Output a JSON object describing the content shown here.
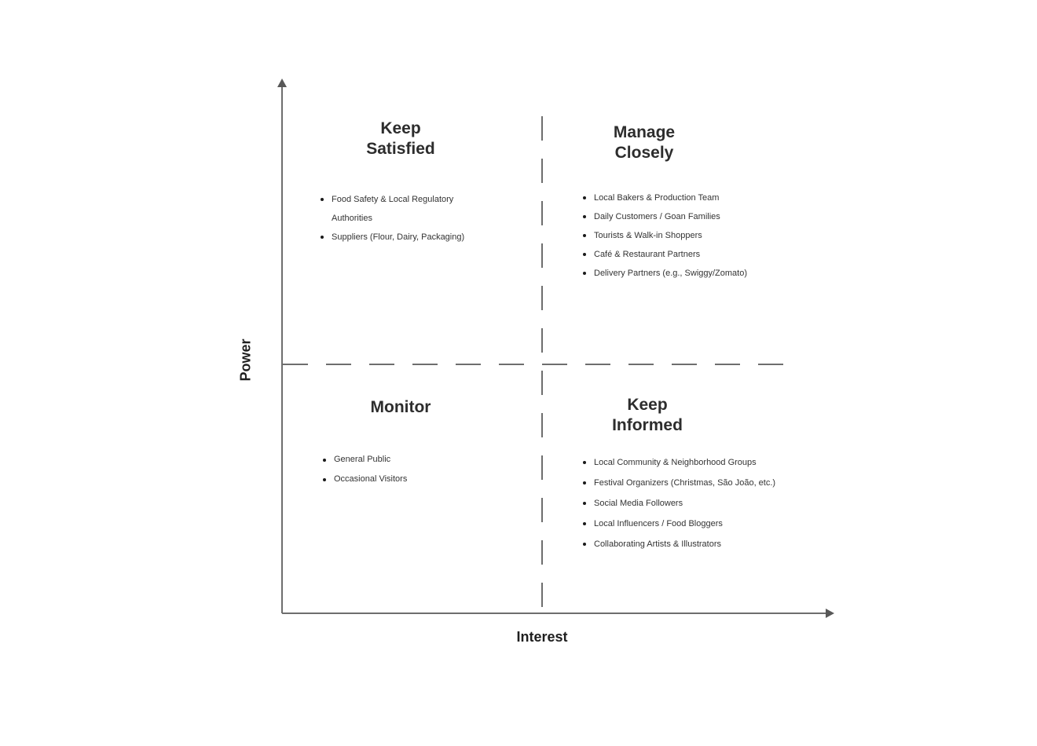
{
  "matrix": {
    "y_axis_label": "Power",
    "x_axis_label": "Interest",
    "line_color": "#6e6e6e",
    "text_color": "#2d2d2d",
    "quadrants": {
      "top_left": {
        "title": "Keep\nSatisfied",
        "items": [
          "Food Safety & Local Regulatory Authorities",
          "Suppliers (Flour, Dairy, Packaging)"
        ]
      },
      "top_right": {
        "title": "Manage\nClosely",
        "items": [
          "Local Bakers & Production Team",
          "Daily Customers / Goan Families",
          "Tourists & Walk-in Shoppers",
          "Café & Restaurant Partners",
          "Delivery Partners (e.g., Swiggy/Zomato)"
        ]
      },
      "bottom_left": {
        "title": "Monitor",
        "items": [
          "General Public",
          "Occasional Visitors"
        ]
      },
      "bottom_right": {
        "title": "Keep\nInformed",
        "items": [
          "Local Community & Neighborhood Groups",
          "Festival Organizers (Christmas, São João, etc.)",
          "Social Media Followers",
          "Local Influencers / Food Bloggers",
          "Collaborating Artists & Illustrators"
        ]
      }
    }
  }
}
